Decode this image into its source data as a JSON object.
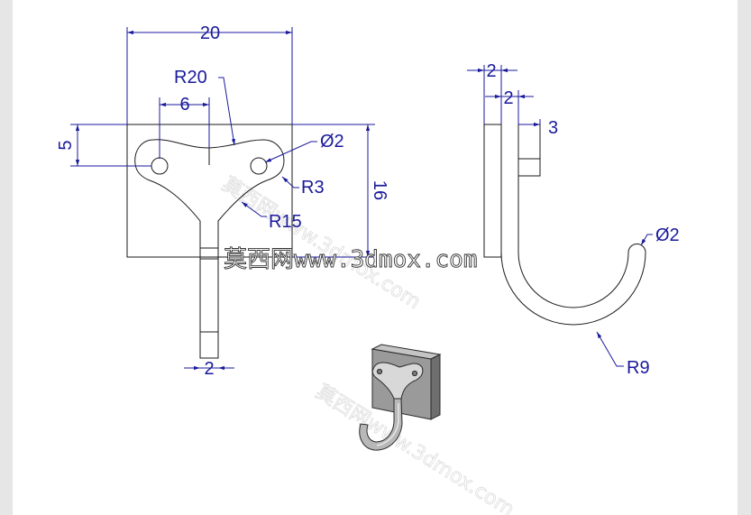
{
  "colors": {
    "frame": "#e6e6e6",
    "line": "#1a1a1a",
    "dimension": "#1a1a9c",
    "shade_plate": "#9a9a9a",
    "shade_hook": "#b8b8b8"
  },
  "front_view": {
    "width_label": "20",
    "height_label": "16",
    "top_offset_label": "5",
    "hole_spacing_label": "6",
    "top_radius_label": "R20",
    "corner_radius_label": "R3",
    "side_radius_label": "R15",
    "hole_diameter_label": "Ø2",
    "stem_width_label": "2"
  },
  "side_view": {
    "thickness_label_1": "2",
    "thickness_label_2": "2",
    "boss_label": "3",
    "tip_diameter_label": "Ø2",
    "bend_radius_label": "R9"
  },
  "watermark": {
    "text": "莫西网www.3dmox.com"
  }
}
